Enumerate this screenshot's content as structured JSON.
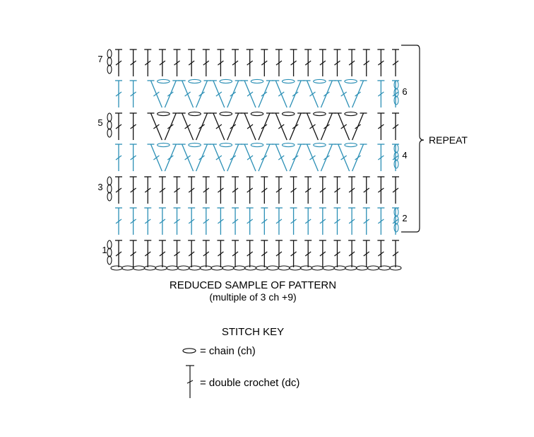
{
  "diagram": {
    "row_labels": [
      "1",
      "2",
      "3",
      "4",
      "5",
      "6",
      "7"
    ],
    "row_colors": [
      "#111111",
      "#2b8fb5",
      "#111111",
      "#2b8fb5",
      "#111111",
      "#2b8fb5",
      "#111111"
    ],
    "row_types": [
      "dc",
      "dc",
      "dc",
      "v",
      "v",
      "v",
      "dc"
    ],
    "stitch_count": 20,
    "v_group_count": 7,
    "repeat_label": "REPEAT",
    "caption_title": "REDUCED SAMPLE OF PATTERN",
    "caption_sub": "(multiple of 3 ch +9)"
  },
  "key": {
    "title": "STITCH KEY",
    "chain_label": "= chain (ch)",
    "dc_label": "= double crochet (dc)"
  },
  "colors": {
    "dark": "#111111",
    "blue": "#2b8fb5"
  }
}
